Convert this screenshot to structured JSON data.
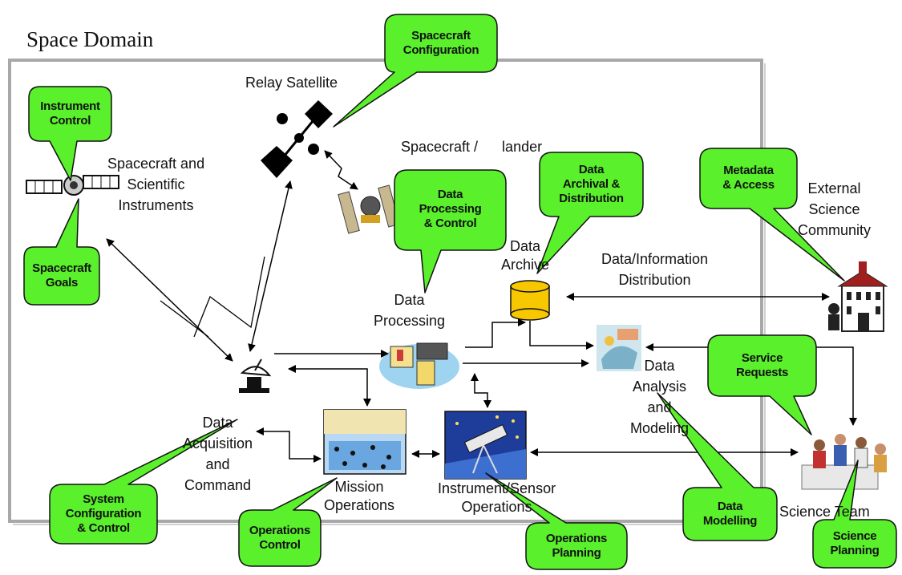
{
  "title": "Space Domain",
  "colors": {
    "callout_fill": "#5af02c",
    "callout_stroke": "#111111",
    "frame": "#a8a8a8",
    "archive": "#f7c800"
  },
  "nodes": {
    "relay_satellite": [
      "Relay Satellite"
    ],
    "spacecraft_instruments": [
      "Spacecraft and",
      "Scientific",
      "Instruments"
    ],
    "spacecraft_lander": [
      "Spacecraft /      lander"
    ],
    "data_archive": [
      "Data",
      "Archive"
    ],
    "data_info_distribution": [
      "Data/Information",
      "Distribution"
    ],
    "data_processing": [
      "Data",
      "Processing"
    ],
    "external_science": [
      "External",
      "Science",
      "Community"
    ],
    "data_acquisition": [
      "Data",
      "Acquisition",
      "and",
      "Command"
    ],
    "mission_operations": [
      "Mission",
      "Operations"
    ],
    "instrument_sensor_ops": [
      "Instrument/Sensor",
      "Operations"
    ],
    "data_analysis": [
      "Data",
      "Analysis",
      "and",
      "Modeling"
    ],
    "science_team": [
      "Science Team"
    ]
  },
  "callouts": [
    {
      "id": "spacecraft-configuration",
      "lines": [
        "Spacecraft",
        "Configuration"
      ]
    },
    {
      "id": "instrument-control",
      "lines": [
        "Instrument",
        "Control"
      ]
    },
    {
      "id": "spacecraft-goals",
      "lines": [
        "Spacecraft",
        "Goals"
      ]
    },
    {
      "id": "data-processing-control",
      "lines": [
        "Data",
        "Processing",
        "& Control"
      ]
    },
    {
      "id": "data-archival-distribution",
      "lines": [
        "Data",
        "Archival &",
        "Distribution"
      ]
    },
    {
      "id": "metadata-access",
      "lines": [
        "Metadata",
        "& Access"
      ]
    },
    {
      "id": "service-requests",
      "lines": [
        "Service",
        "Requests"
      ]
    },
    {
      "id": "system-configuration-control",
      "lines": [
        "System",
        "Configuration",
        "& Control"
      ]
    },
    {
      "id": "operations-control",
      "lines": [
        "Operations",
        "Control"
      ]
    },
    {
      "id": "operations-planning",
      "lines": [
        "Operations",
        "Planning"
      ]
    },
    {
      "id": "data-modelling",
      "lines": [
        "Data",
        "Modelling"
      ]
    },
    {
      "id": "science-planning",
      "lines": [
        "Science",
        "Planning"
      ]
    }
  ]
}
